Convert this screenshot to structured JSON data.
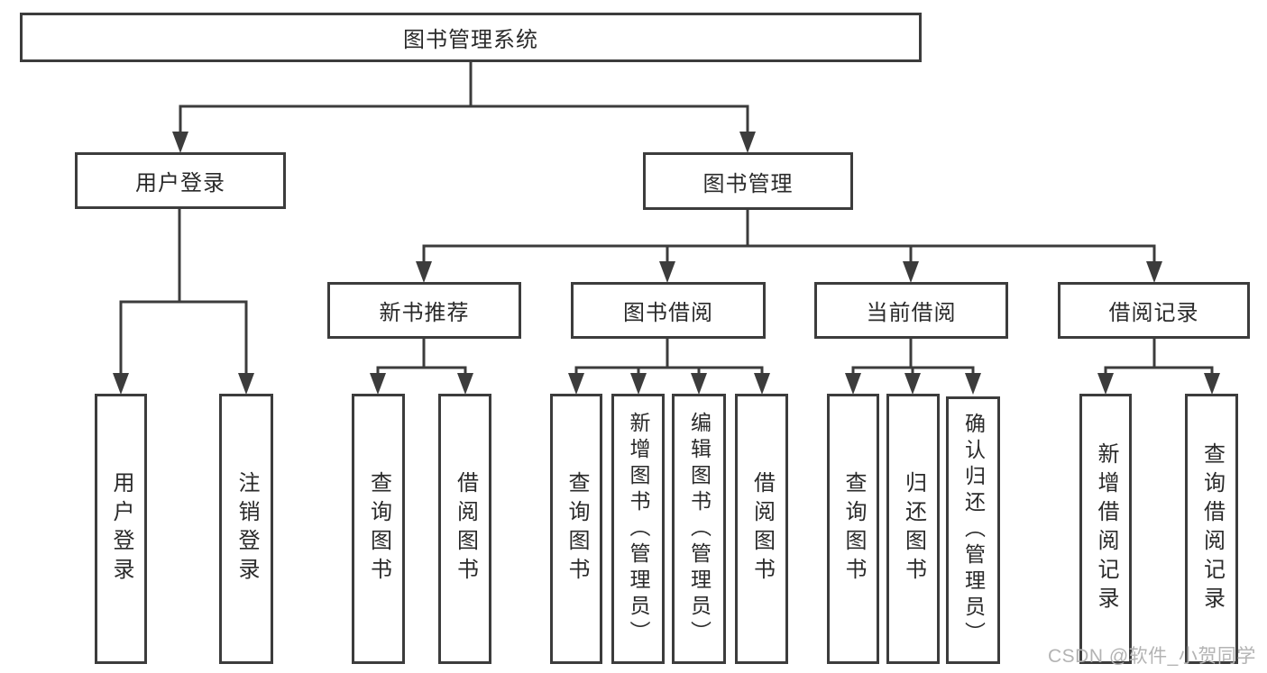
{
  "colors": {
    "line": "#3c3c3c",
    "box_border": "#3c3c3c",
    "box_background": "#ffffff",
    "text": "#2a2a2a",
    "watermark_text": "#b3b3b3",
    "page_background": "#ffffff"
  },
  "diagram": {
    "nodes": {
      "root": "图书管理系统",
      "user_login": "用户登录",
      "book_mgmt": "图书管理",
      "new_book": "新书推荐",
      "book_borrow": "图书借阅",
      "current_borrow": "当前借阅",
      "borrow_record": "借阅记录"
    },
    "leaves": {
      "user": [
        "用户登录",
        "注销登录"
      ],
      "new_book": [
        "查询图书",
        "借阅图书"
      ],
      "book_borrow": [
        "查询图书",
        "新增图书（管理员）",
        "编辑图书（管理员）",
        "借阅图书"
      ],
      "current_borrow": [
        "查询图书",
        "归还图书",
        "确认归还（管理员）"
      ],
      "borrow_record": [
        "新增借阅记录",
        "查询借阅记录"
      ]
    }
  },
  "watermark": {
    "text": "CSDN @软件_小贺同学"
  }
}
